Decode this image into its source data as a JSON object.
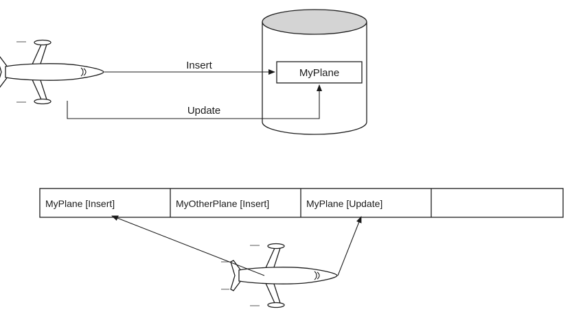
{
  "top": {
    "insert_label": "Insert",
    "update_label": "Update",
    "record_label": "MyPlane"
  },
  "queue": {
    "cells": [
      "MyPlane [Insert]",
      "MyOtherPlane [Insert]",
      "MyPlane [Update]",
      ""
    ]
  }
}
